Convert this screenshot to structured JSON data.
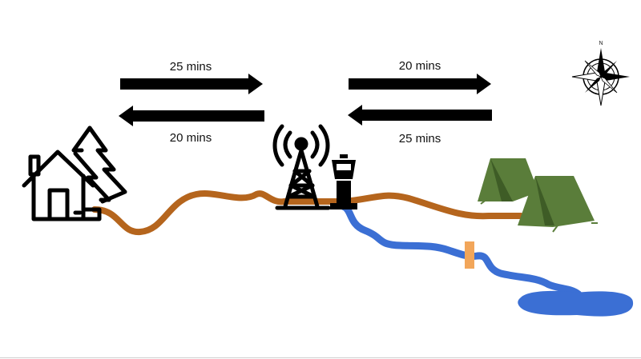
{
  "labels": {
    "top_left": "25 mins",
    "bottom_left": "20 mins",
    "top_right": "20 mins",
    "bottom_right": "25 mins",
    "compass_north": "N"
  },
  "icons": {
    "house": "house-with-trees-icon",
    "tower": "radio-tower-icon",
    "control_tower": "control-tower-icon",
    "tents": "tents-icon",
    "compass": "compass-rose-icon"
  },
  "colors": {
    "arrow": "#000000",
    "trail": "#b5651d",
    "river": "#3b6fd4",
    "bridge": "#f2a65a",
    "tent": "#5a7d3a"
  }
}
